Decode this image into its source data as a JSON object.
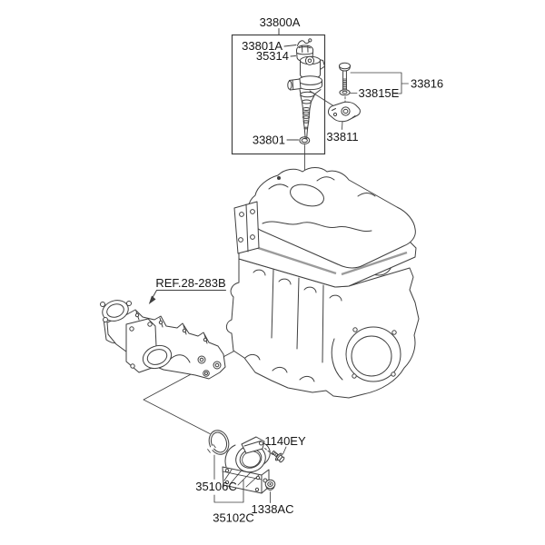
{
  "figure": {
    "type": "exploded-parts-diagram",
    "background_color": "#ffffff",
    "line_color": "#3f3f3f",
    "text_color": "#151515",
    "head_gasket_stripe_color": "#9b9b9b"
  },
  "callouts": {
    "injector_assembly": "33800A",
    "injector_clip": "33801A",
    "injector_clamp": "35314",
    "bracket_bolt": "33816",
    "bracket_washer": "33815E",
    "injector_oring": "33801",
    "injector_bracket": "33811",
    "manifold_ref": "REF.28-283B",
    "throttle_bolt": "1140EY",
    "throttle_gasket": "35106C",
    "throttle_sensor": "1338AC",
    "throttle_body": "35102C"
  }
}
